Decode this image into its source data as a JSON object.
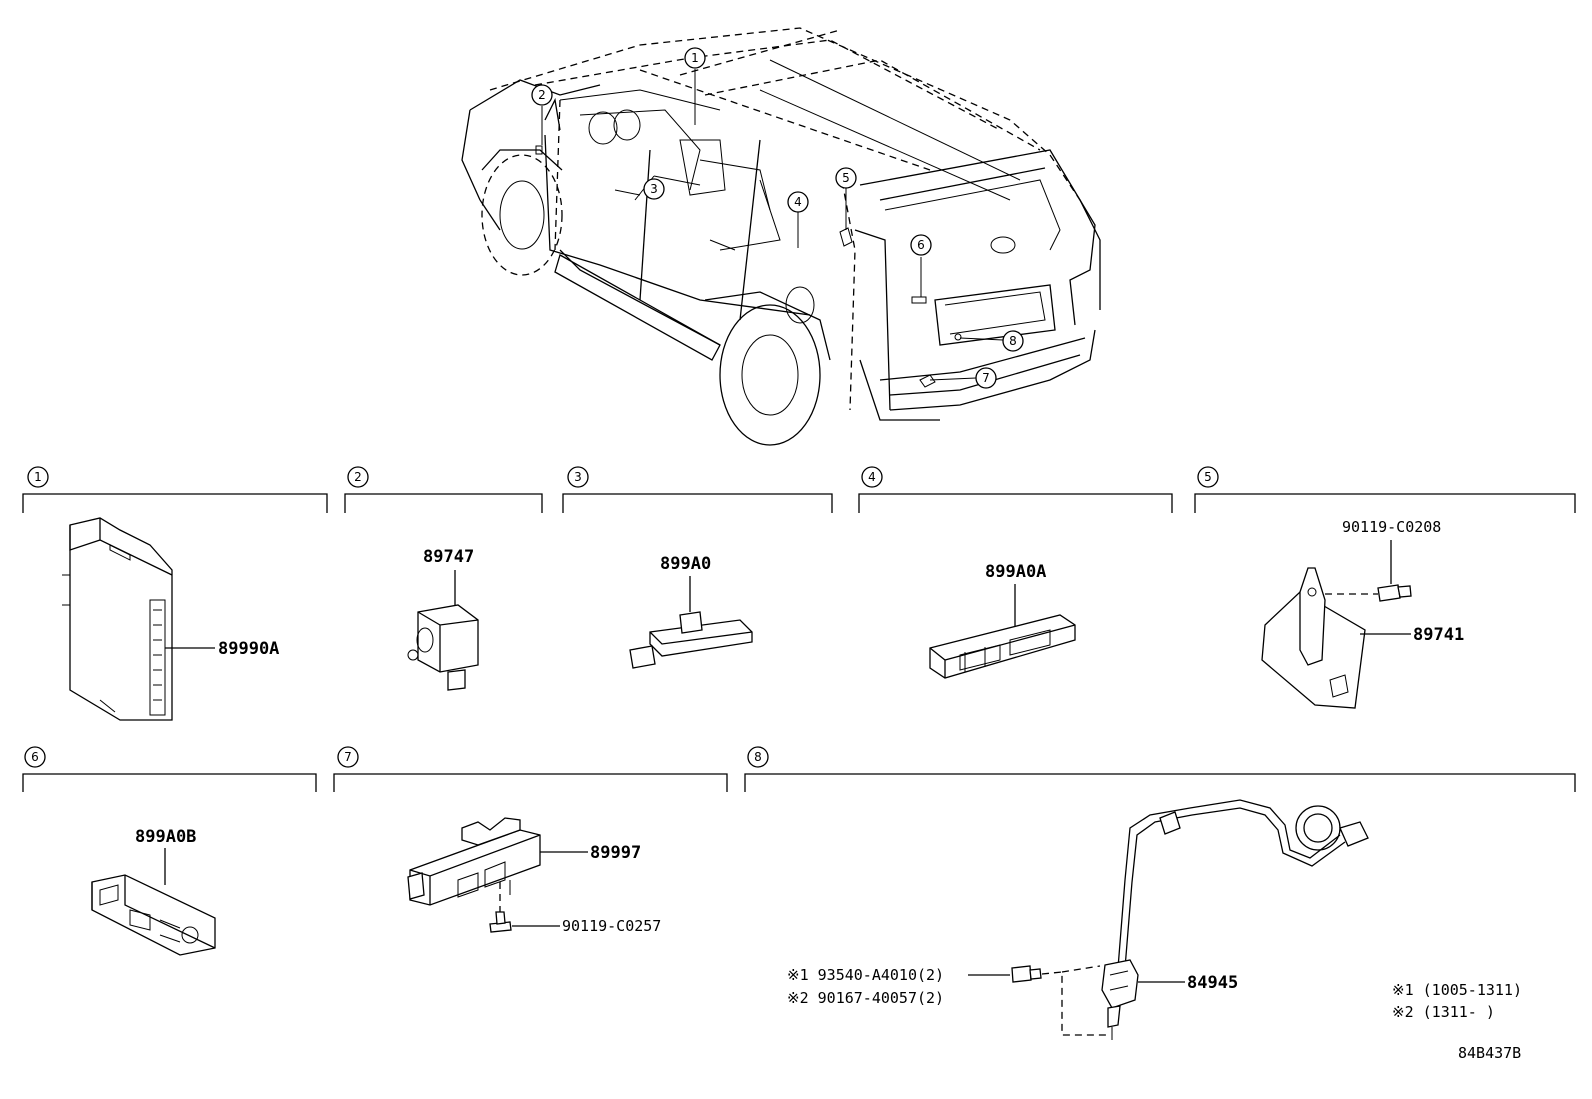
{
  "callouts": [
    "1",
    "2",
    "3",
    "4",
    "5",
    "6",
    "7",
    "8"
  ],
  "parts": {
    "p1": "89990A",
    "p2": "89747",
    "p3": "899A0",
    "p4": "899A0A",
    "p5a": "90119-C0208",
    "p5b": "89741",
    "p6": "899A0B",
    "p7a": "89997",
    "p7b": "90119-C0257",
    "p8a": "84945",
    "p8b": "※1 93540-A4010(2)",
    "p8c": "※2 90167-40057(2)"
  },
  "notes": {
    "n1": "※1 (1005-1311)",
    "n2": "※2 (1311-      )"
  },
  "code": "84B437B"
}
